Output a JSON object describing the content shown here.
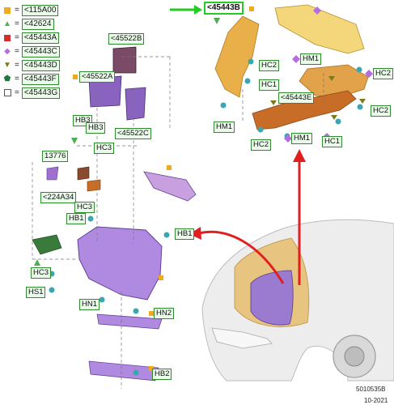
{
  "legend": [
    {
      "symbol": "square",
      "color": "#f2a81d",
      "code": "<115A00",
      "icon": "orange-square-icon"
    },
    {
      "symbol": "triangle-up",
      "color": "#4caf50",
      "code": "<42624",
      "icon": "green-triangle-icon"
    },
    {
      "symbol": "square",
      "color": "#d62c2c",
      "code": "<45443A",
      "icon": "red-square-icon"
    },
    {
      "symbol": "diamond",
      "color": "#b46ee0",
      "code": "<45443C",
      "icon": "purple-diamond-icon"
    },
    {
      "symbol": "triangle-down",
      "color": "#7a7a1a",
      "code": "<45443D",
      "icon": "olive-triangle-icon"
    },
    {
      "symbol": "pentagon",
      "color": "#1e7a3a",
      "code": "<45443F",
      "icon": "green-pentagon-icon"
    },
    {
      "symbol": "square-outline",
      "color": "#555555",
      "code": "<45443G",
      "icon": "outline-square-icon"
    }
  ],
  "part_labels": {
    "cover_top": "<45443B",
    "bracket_left": "<45522B",
    "bracket_a": "<45522A",
    "bracket_c": "<45522C",
    "hinge_bar": "<45443E",
    "pad_13776": "13776",
    "clip_224a34": "<224A34"
  },
  "fastener_labels": {
    "hc2_top": "HC2",
    "hm1_top": "HM1",
    "hc1_top": "HC1",
    "hc2_right": "HC2",
    "hc2_right2": "HC2",
    "hm1_left": "HM1",
    "hc2_bottom": "HC2",
    "hm1_bottom": "HM1",
    "hc1_bottom": "HC1",
    "hb3_a": "HB3",
    "hb3_b": "HB3",
    "hc3_a": "HC3",
    "hc3_b": "HC3",
    "hc3_c": "HC3",
    "hb1_a": "HB1",
    "hb1_b": "HB1",
    "hs1": "HS1",
    "hn1": "HN1",
    "hn2": "HN2",
    "hb2": "HB2"
  },
  "colors": {
    "accent_green": "#2e8b2e",
    "highlight_green": "#22cc22",
    "callout_red": "#e02020",
    "frunk_purple": "#9b7bd0",
    "cover_orange": "#e6a23c",
    "hinge_brown": "#c46a28"
  },
  "footer": {
    "ref": "5010535B",
    "date": "10-2021"
  }
}
